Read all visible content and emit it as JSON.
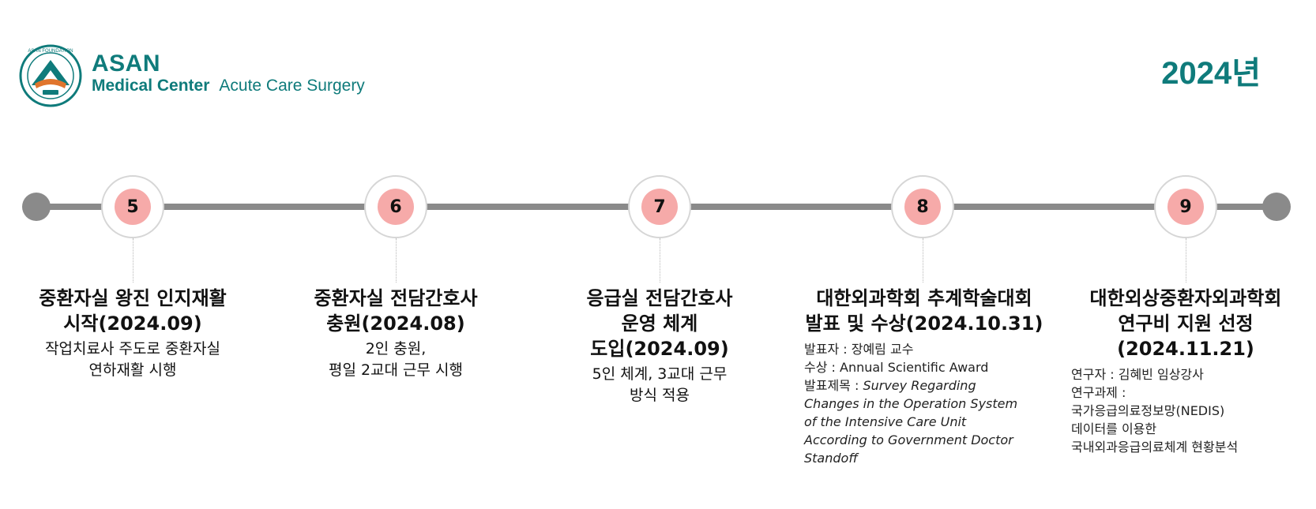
{
  "header": {
    "logo_emblem_text": "ASAN FOUNDATION 아산재단",
    "logo_line1": "ASAN",
    "logo_line2": "Medical Center",
    "logo_line3": "Acute Care Surgery",
    "year": "2024년",
    "brand_color": "#0f7b7b"
  },
  "timeline": {
    "milestones": [
      {
        "number": "5",
        "title_lines": [
          "중환자실 왕진 인지재활",
          "시작(2024.09)"
        ],
        "desc_lines": [
          "작업치료사 주도로 중환자실",
          "연하재활 시행"
        ]
      },
      {
        "number": "6",
        "title_lines": [
          "중환자실 전담간호사",
          "충원(2024.08)"
        ],
        "desc_lines": [
          "2인 충원,",
          "평일 2교대 근무 시행"
        ]
      },
      {
        "number": "7",
        "title_lines": [
          "응급실 전담간호사",
          "운영 체계",
          "도입(2024.09)"
        ],
        "desc_lines": [
          "5인 체계, 3교대 근무",
          "방식 적용"
        ]
      },
      {
        "number": "8",
        "title_lines": [
          "대한외과학회 추계학술대회",
          "발표 및 수상(2024.10.31)"
        ],
        "detail": {
          "presenter": "발표자 : 장예림 교수",
          "award": "수상 : Annual Scientific Award",
          "paper_label": "발표제목 : ",
          "paper_title_lines": [
            "Survey Regarding",
            "Changes in the Operation System",
            "of the Intensive Care Unit",
            "According to Government Doctor",
            "Standoff"
          ]
        }
      },
      {
        "number": "9",
        "title_lines": [
          "대한외상중환자외과학회",
          "연구비 지원 선정",
          "(2024.11.21)"
        ],
        "detail_lines": [
          "연구자 : 김혜빈 임상강사",
          "연구과제 :",
          "국가응급의료정보망(NEDIS)",
          "데이터를 이용한",
          "국내외과응급의료체계 현황분석"
        ]
      }
    ],
    "marker_color": "#f6aaa9",
    "line_color": "#8a8a8a"
  }
}
